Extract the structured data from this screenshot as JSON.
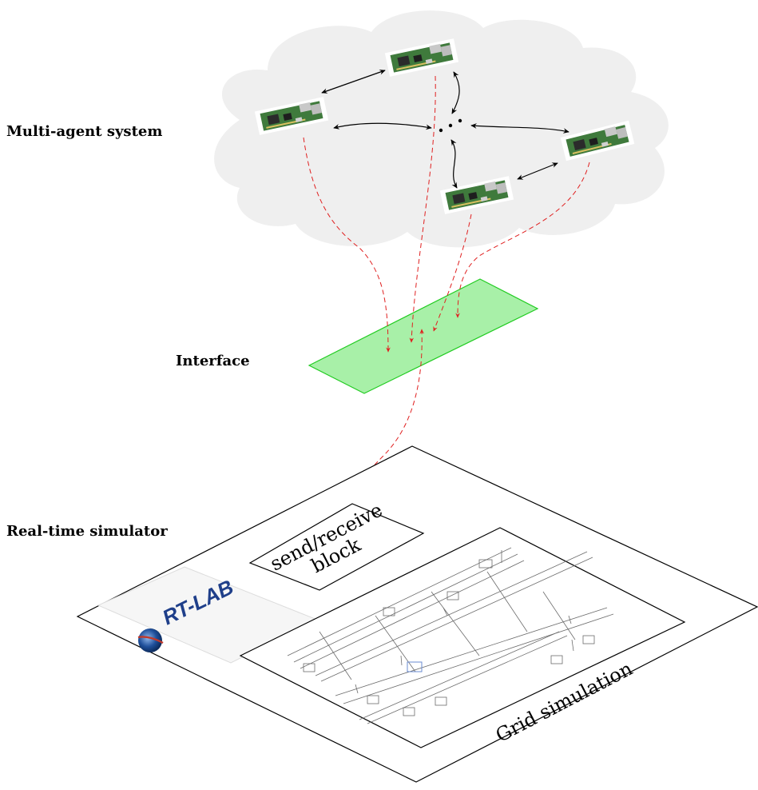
{
  "labels": {
    "mas": "Multi-agent system",
    "interface": "Interface",
    "simulator": "Real-time simulator",
    "send_receive_line1": "send/receive",
    "send_receive_line2": "block",
    "grid": "Grid simulation",
    "logo": "RT-LAB"
  },
  "colors": {
    "cloud": "#efefef",
    "board": "#3f7a3c",
    "interface_fill": "#a8f0a8",
    "interface_stroke": "#22cc22",
    "data_arrow": "#e02020",
    "logo_blue": "#1f3f8a",
    "logo_red": "#c0392b"
  },
  "icons": [
    "raspberry-pi-board-icon",
    "rt-lab-logo-icon"
  ],
  "agents_count": 4
}
